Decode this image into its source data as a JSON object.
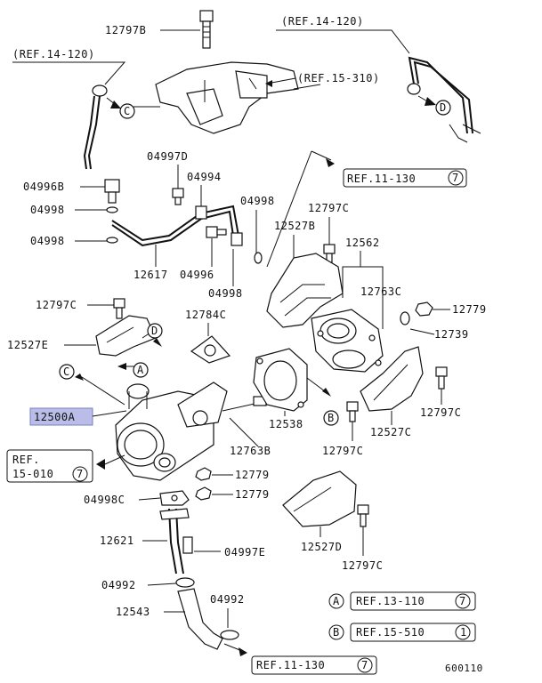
{
  "diagram": {
    "drawing_number": "600110",
    "highlight_color": "#b9bde8",
    "parts": {
      "p12797B": "12797B",
      "p04997D": "04997D",
      "p04996B": "04996B",
      "p04998_a": "04998",
      "p04998_b": "04998",
      "p04994": "04994",
      "p04998_c": "04998",
      "p12797C_a": "12797C",
      "p12527B": "12527B",
      "p12562": "12562",
      "p12617": "12617",
      "p04996": "04996",
      "p04998_d": "04998",
      "p12763C": "12763C",
      "p12797C_b": "12797C",
      "p12784C": "12784C",
      "p12779_a": "12779",
      "p12739": "12739",
      "p12527E": "12527E",
      "p12500A": "12500A",
      "p12538": "12538",
      "p12797C_c": "12797C",
      "p12527C": "12527C",
      "p12763B": "12763B",
      "p12797C_d": "12797C",
      "p12779_b": "12779",
      "p12779_c": "12779",
      "p04998C": "04998C",
      "p12621": "12621",
      "p04997E": "04997E",
      "p12527D": "12527D",
      "p04992_a": "04992",
      "p04992_b": "04992",
      "p12797C_e": "12797C",
      "p12543": "12543"
    },
    "refs": {
      "ref_14_120_left": "(REF.14-120)",
      "ref_14_120_right": "(REF.14-120)",
      "ref_15_310": "(REF.15-310)",
      "ref_11_130_top": "REF.11-130",
      "ref_11_130_top_num": "7",
      "ref_15_010_line1": "REF.",
      "ref_15_010_line2": "15-010",
      "ref_15_010_num": "7",
      "ref_13_110": "REF.13-110",
      "ref_13_110_num": "7",
      "ref_15_510": "REF.15-510",
      "ref_15_510_num": "1",
      "ref_11_130_bottom": "REF.11-130",
      "ref_11_130_bottom_num": "7"
    },
    "markers": {
      "A": "A",
      "B": "B",
      "C": "C",
      "D": "D"
    }
  }
}
